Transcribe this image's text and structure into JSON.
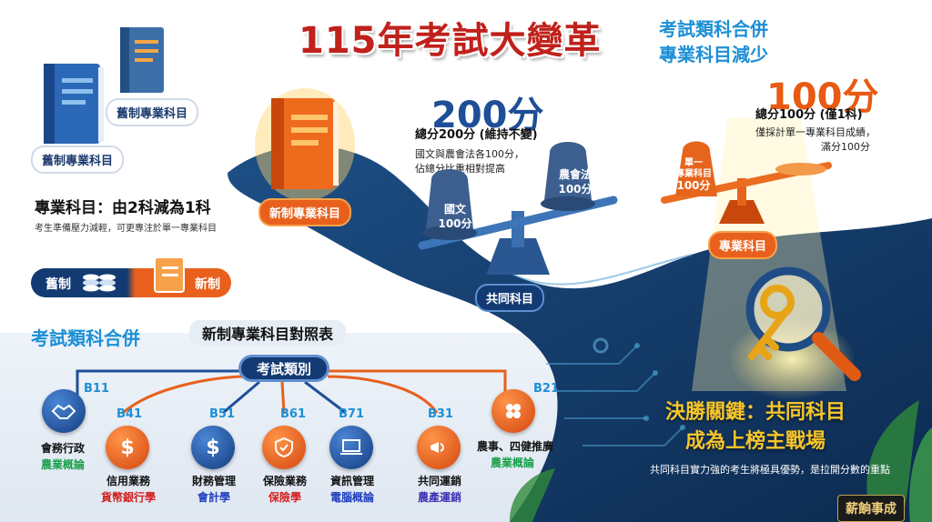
{
  "title": "115年考試大變革",
  "top_right_note": {
    "line1": "考試類科合併",
    "line2": "專業科目減少"
  },
  "left_books": {
    "old_top": "舊制專業科目",
    "old_bottom": "舊制專業科目"
  },
  "subject_reduce": {
    "heading": "專業科目：由2科減為1科",
    "desc": "考生準備壓力減輕，可更專注於單一專業科目"
  },
  "old_new": {
    "old": "舊制",
    "new": "新制"
  },
  "new_book_label": "新制專業科目",
  "common": {
    "score": "200分",
    "total": "總分200分 (維持不變)",
    "detail1": "國文與農會法各100分，",
    "detail2": "佔總分比重相對提高",
    "weight_left": {
      "line1": "國文",
      "line2": "100分"
    },
    "weight_right": {
      "line1": "農會法",
      "line2": "100分"
    },
    "label": "共同科目"
  },
  "professional": {
    "score": "100分",
    "total": "總分100分 (僅1科)",
    "detail1": "僅採計單一專業科目成績，",
    "detail2": "滿分100分",
    "weight": {
      "line1": "單一",
      "line2": "專業科目",
      "line3": "100分"
    },
    "label": "專業科目"
  },
  "table": {
    "section_title": "考試類科合併",
    "table_title": "新制專業科目對照表",
    "root": "考試類別",
    "items": [
      {
        "code": "B11",
        "name": "會務行政",
        "subject": "農業概論",
        "icon": "handshake-icon",
        "color": "green"
      },
      {
        "code": "B41",
        "name": "信用業務",
        "subject": "貨幣銀行學",
        "icon": "money-hand-icon",
        "color": "red"
      },
      {
        "code": "B51",
        "name": "財務管理",
        "subject": "會計學",
        "icon": "money-bag-icon",
        "color": "blue"
      },
      {
        "code": "B61",
        "name": "保險業務",
        "subject": "保險學",
        "icon": "shield-hand-icon",
        "color": "red"
      },
      {
        "code": "B71",
        "name": "資訊管理",
        "subject": "電腦概論",
        "icon": "laptop-icon",
        "color": "blue"
      },
      {
        "code": "B31",
        "name": "共同運銷",
        "subject": "農產運銷",
        "icon": "megaphone-icon",
        "color": "red"
      },
      {
        "code": "B21",
        "name": "農事、四健推廣",
        "subject": "農業概論",
        "icon": "clover-icon",
        "color": "green"
      }
    ]
  },
  "key": {
    "line1": "決勝關鍵：共同科目",
    "line2": "成為上榜主戰場",
    "note": "共同科目實力強的考生將極具優勢，是拉開分數的重點"
  },
  "brand": "薪餉事成",
  "colors": {
    "navy": "#133a73",
    "orange": "#e8601c",
    "blue_text": "#1d8fd6",
    "gold": "#f6c52b"
  }
}
